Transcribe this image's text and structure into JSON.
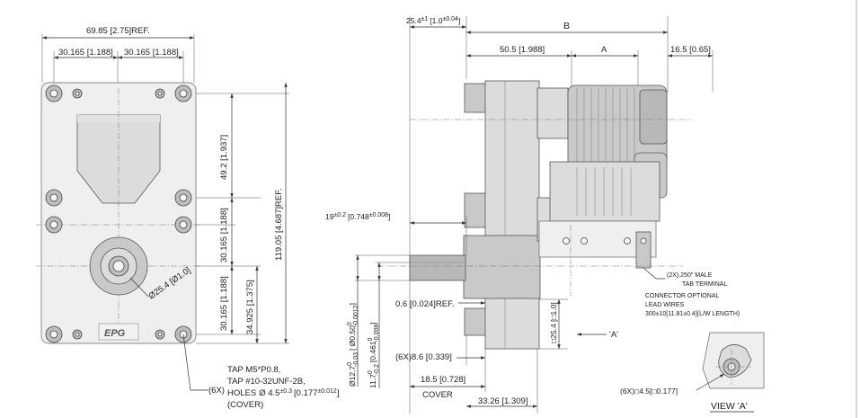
{
  "front_view": {
    "overall_width": "69.85 [2.75]REF.",
    "hole_spacing_left": "30.165 [1.188]",
    "hole_spacing_right": "30.165 [1.188]",
    "dim_49_2": "49.2 [1.937]",
    "overall_height": "119.05 [4.687]REF.",
    "dim_30_165_upper": "30.165 [1.188]",
    "dim_30_165_lower": "30.165 [1.188]",
    "dim_34_925": "34.925 [1.375]",
    "boss_diameter": "Ø25.4 [Ø1.0]",
    "logo": "EPG",
    "note_qty": "(6X)",
    "note_line1": "TAP M5*P0.8,",
    "note_line2": "TAP #10-32UNF-2B,",
    "note_line3_a": "HOLES",
    "note_line3_b": "Ø 4.5",
    "note_line3_tol": "±0.3",
    "note_line3_c": "[0.177",
    "note_line3_tol2": "±0.012",
    "note_line3_d": "]",
    "note_line4": "(COVER)"
  },
  "side_view": {
    "dim_25_4_main": "25.4",
    "dim_25_4_tol": "±1",
    "dim_25_4_in": "[1.0",
    "dim_25_4_intol": "±0.04",
    "dim_25_4_close": "]",
    "dim_b": "B",
    "dim_50_5": "50.5 [1.988]",
    "dim_a": "A",
    "dim_16_5": "16.5 [0.65]",
    "dim_19_main": "19",
    "dim_19_tol": "±0.2",
    "dim_19_in": "[0.748",
    "dim_19_intol": "±0.008",
    "dim_19_close": "]",
    "shaft_dia_main": "Ø12.7",
    "shaft_dia_tol_up": "0",
    "shaft_dia_tol_lo": "-0.03",
    "shaft_dia_in": "[ Ø0.50",
    "shaft_dia_intol_up": "0",
    "shaft_dia_intol_lo": "-0.0012",
    "shaft_dia_close": "]",
    "flat_main": "11.7",
    "flat_tol_up": "0",
    "flat_tol_lo": "-0.2",
    "flat_in": "[0.461",
    "flat_intol_up": "0",
    "flat_intol_lo": "-0.008",
    "flat_close": "]",
    "dim_0_6": "0.6 [0.024]REF.",
    "dim_8_6": "(6X)8.6 [0.339]",
    "dim_18_5": "18.5 [0.728]",
    "cover_label": "COVER",
    "dim_33_26": "33.26 [1.309]",
    "square_25_4": "□25.4 [□1.0]",
    "view_marker": "'A'",
    "terminal_note_1": "(2X).250\" MALE",
    "terminal_note_2": "TAB TERMINAL",
    "connector_note_1": "CONNECTOR OPTIONAL",
    "connector_note_2": "LEAD WIRES",
    "connector_note_3": "300±10[11.81±0.4](L/W LENGTH)"
  },
  "view_a": {
    "hole_note": "(6X)□4.5[□0.177]",
    "title": "VIEW 'A'"
  }
}
